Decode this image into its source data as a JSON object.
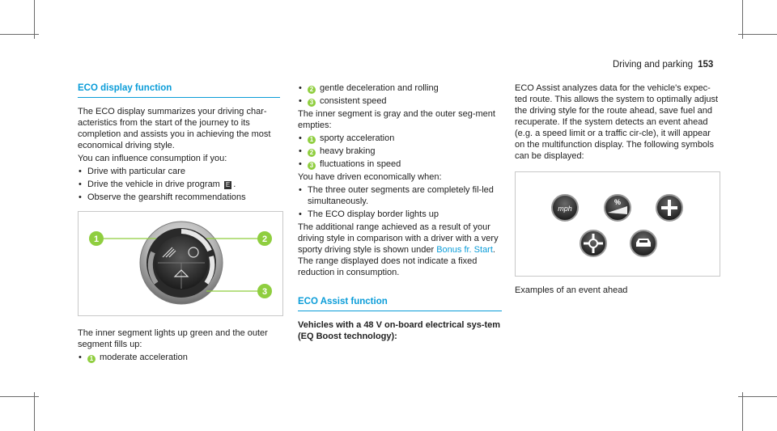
{
  "header": {
    "section": "Driving and parking",
    "page": "153"
  },
  "col1": {
    "title": "ECO display function",
    "intro": "The ECO display summarizes your driving char-acteristics from the start of the journey to its completion and assists you in achieving the most economical driving style.",
    "lead": "You can influence consumption if you:",
    "bullets": {
      "b1": "Drive with particular care",
      "b2a": "Drive the vehicle in drive program",
      "b2key": "E",
      "b3": "Observe the gearshift recommendations"
    },
    "figure_markers": [
      "1",
      "2",
      "3"
    ],
    "after_fig": "The inner segment lights up green and the outer segment fills up:",
    "green": {
      "n1": "1",
      "t1": "moderate acceleration"
    }
  },
  "col2": {
    "green": {
      "n2": "2",
      "t2": "gentle deceleration and rolling",
      "n3": "3",
      "t3": "consistent speed"
    },
    "gray_lead": "The inner segment is gray and the outer seg-ment empties:",
    "gray": {
      "n1": "1",
      "t1": "sporty acceleration",
      "n2": "2",
      "t2": "heavy braking",
      "n3": "3",
      "t3": "fluctuations in speed"
    },
    "economic_lead": "You have driven economically when:",
    "economic": {
      "e1": "The three outer segments are completely fil-led simultaneously.",
      "e2": "The ECO display border lights up"
    },
    "bonus_a": "The additional range achieved as a result of your driving style in comparison with a driver with a very sporty driving style is shown under",
    "bonus_link": "Bonus fr. Start",
    "bonus_b": ". The range displayed does not indicate a fixed reduction in consumption.",
    "assist_title": "ECO Assist function",
    "vehicles_head": "Vehicles with a 48 V on-board electrical sys-tem (EQ Boost technology):"
  },
  "col3": {
    "text": "ECO Assist analyzes data for the vehicle's expec-ted route. This allows the system to optimally adjust the driving style for the route ahead, save fuel and recuperate. If the system detects an event ahead (e.g. a speed limit or a traffic cir-cle), it will appear on the multifunction display. The following symbols can be displayed:",
    "icon_labels": {
      "mph": "mph",
      "percent": "%"
    },
    "caption": "Examples of an event ahead"
  },
  "colors": {
    "accent": "#0a9cd8",
    "green": "#8fce3f"
  }
}
